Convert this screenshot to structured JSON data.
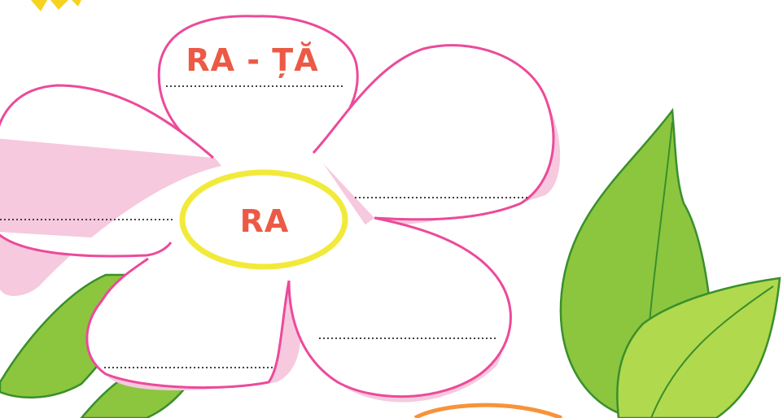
{
  "worksheet": {
    "center_syllable": "RA",
    "top_petal_word": "RA - ȚĂ"
  },
  "colors": {
    "petal_outline": "#ec4a9a",
    "petal_shadow": "#f6c9de",
    "center_outline": "#f2ea3a",
    "word_text": "#ec5a45",
    "leaf_fill": "#8cc63f",
    "leaf_outline": "#3a8f2c",
    "sun_yellow": "#f7d21e",
    "orange_arc": "#f7933a"
  },
  "icons": {
    "flower": "five-petal-flower-outline",
    "leaves": "green-leaf",
    "sun": "sun-partial"
  }
}
